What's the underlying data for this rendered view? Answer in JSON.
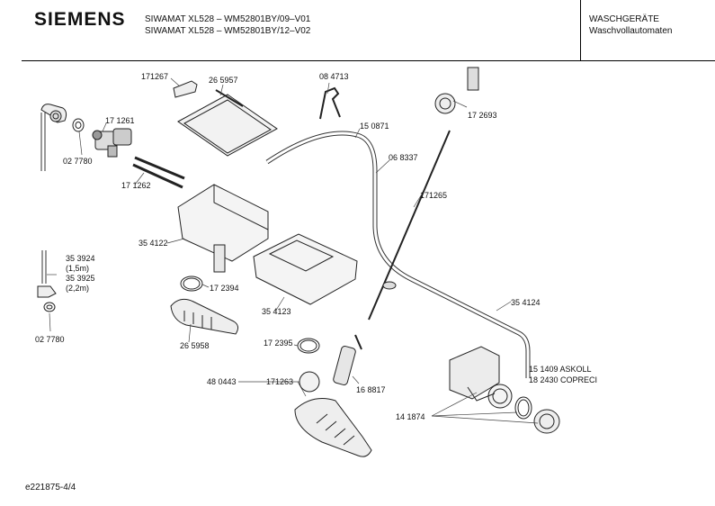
{
  "header": {
    "brand": "SIEMENS",
    "model_line_1": "SIWAMAT XL528 – WM52801BY/09–V01",
    "model_line_2": "SIWAMAT XL528 – WM52801BY/12–V02",
    "category": "WASCHGERÄTE",
    "subcategory": "Waschvollautomaten"
  },
  "parts": [
    {
      "id": "p-171267",
      "text": "171267"
    },
    {
      "id": "p-265957",
      "text": "26 5957"
    },
    {
      "id": "p-084713",
      "text": "08 4713"
    },
    {
      "id": "p-172693",
      "text": "17 2693"
    },
    {
      "id": "p-171261",
      "text": "17 1261"
    },
    {
      "id": "p-027780a",
      "text": "02 7780"
    },
    {
      "id": "p-171262",
      "text": "17 1262"
    },
    {
      "id": "p-150871",
      "text": "15 0871"
    },
    {
      "id": "p-068337",
      "text": "06 8337"
    },
    {
      "id": "p-171265",
      "text": "171265"
    },
    {
      "id": "p-354122",
      "text": "35 4122"
    },
    {
      "id": "p-353924",
      "text": "35 3924"
    },
    {
      "id": "p-15m",
      "text": "(1,5m)"
    },
    {
      "id": "p-353925",
      "text": "35 3925"
    },
    {
      "id": "p-22m",
      "text": "(2,2m)"
    },
    {
      "id": "p-172394",
      "text": "17 2394"
    },
    {
      "id": "p-354123",
      "text": "35 4123"
    },
    {
      "id": "p-354124",
      "text": "35 4124"
    },
    {
      "id": "p-027780b",
      "text": "02 7780"
    },
    {
      "id": "p-265958",
      "text": "26 5958"
    },
    {
      "id": "p-172395",
      "text": "17 2395"
    },
    {
      "id": "p-151409",
      "text": "15 1409  ASKOLL"
    },
    {
      "id": "p-182430",
      "text": "18 2430  COPRECI"
    },
    {
      "id": "p-480443",
      "text": "48 0443"
    },
    {
      "id": "p-171263",
      "text": "171263"
    },
    {
      "id": "p-168817",
      "text": "16 8817"
    },
    {
      "id": "p-141874",
      "text": "14 1874"
    }
  ],
  "footer": {
    "doc_id": "e221875-4/4"
  }
}
